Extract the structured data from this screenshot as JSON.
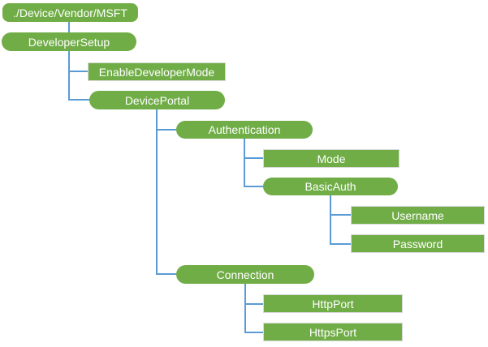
{
  "diagram": {
    "type": "tree",
    "colors": {
      "background": "#FFFFFF",
      "node_fill": "#70AD47",
      "node_text": "#FFFFFF",
      "rect_border": "#D9D9D9",
      "connector": "#5B9BD5"
    },
    "nodes": [
      {
        "id": "root",
        "label": "./Device/Vendor/MSFT",
        "shape": "rounded",
        "parent": null
      },
      {
        "id": "developer-setup",
        "label": "DeveloperSetup",
        "shape": "pill",
        "parent": "root"
      },
      {
        "id": "enable-developer-mode",
        "label": "EnableDeveloperMode",
        "shape": "rect",
        "parent": "developer-setup"
      },
      {
        "id": "device-portal",
        "label": "DevicePortal",
        "shape": "pill",
        "parent": "developer-setup"
      },
      {
        "id": "authentication",
        "label": "Authentication",
        "shape": "pill",
        "parent": "device-portal"
      },
      {
        "id": "mode",
        "label": "Mode",
        "shape": "rect",
        "parent": "authentication"
      },
      {
        "id": "basic-auth",
        "label": "BasicAuth",
        "shape": "pill",
        "parent": "authentication"
      },
      {
        "id": "username",
        "label": "Username",
        "shape": "rect",
        "parent": "basic-auth"
      },
      {
        "id": "password",
        "label": "Password",
        "shape": "rect",
        "parent": "basic-auth"
      },
      {
        "id": "connection",
        "label": "Connection",
        "shape": "pill",
        "parent": "device-portal"
      },
      {
        "id": "http-port",
        "label": "HttpPort",
        "shape": "rect",
        "parent": "connection"
      },
      {
        "id": "https-port",
        "label": "HttpsPort",
        "shape": "rect",
        "parent": "connection"
      }
    ]
  }
}
